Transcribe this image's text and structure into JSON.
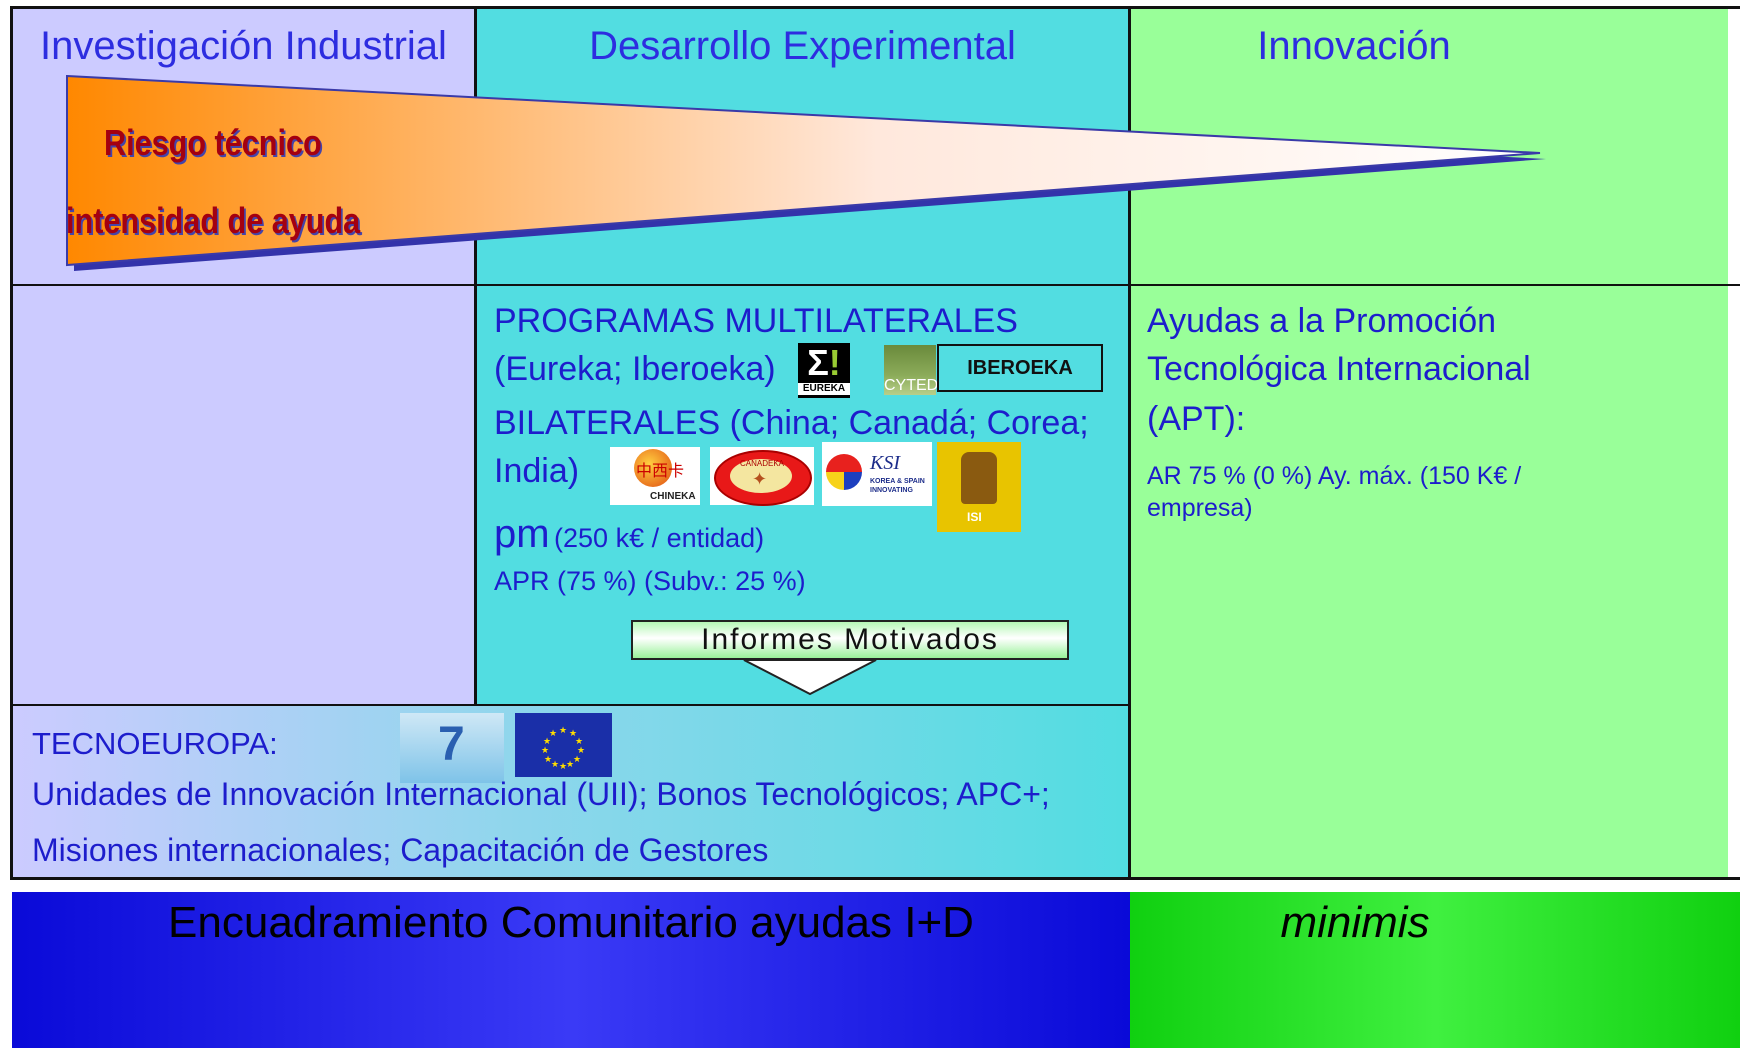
{
  "columns": {
    "industrial": "Investigación Industrial",
    "experimental": "Desarrollo Experimental",
    "innovation": "Innovación"
  },
  "triangle": {
    "risk_label": "Riesgo técnico",
    "aid_label": "intensidad de ayuda"
  },
  "multilateral": {
    "line1": "PROGRAMAS MULTILATERALES",
    "line2": "(Eureka; Iberoeka)",
    "line3": "BILATERALES (China; Canadá; Corea;",
    "line4": "India)",
    "pm": "pm",
    "pm_detail": "(250 k€ / entidad)",
    "apr": "APR (75 %) (Subv.: 25 %)"
  },
  "logos": {
    "eureka": "EUREKA",
    "cyted": "CYTED",
    "iberoeka": "IBEROEKA",
    "chineka_cn": "中西卡",
    "chineka": "CHINEKA",
    "canadeka": "CANADEKA",
    "ksi": "KSI",
    "ksi_sub1": "KOREA & SPAIN",
    "ksi_sub2": "INNOVATING",
    "isi": "ISI",
    "fp7": "7"
  },
  "informes": "Informes Motivados",
  "apt": {
    "line1": "Ayudas a la Promoción",
    "line2": "Tecnológica Internacional",
    "line3": "(APT):",
    "detail": "AR 75 % (0 %) Ay. máx. (150 K€ / empresa)"
  },
  "tecnoeuropa": {
    "title": "TECNOEUROPA:",
    "line1": "Unidades de Innovación Internacional (UII); Bonos Tecnológicos; APC+;",
    "line2": "Misiones internacionales; Capacitación de Gestores"
  },
  "banner": {
    "left": "Encuadramiento Comunitario ayudas I+D",
    "right": "minimis"
  },
  "colors": {
    "industrial": "#cccbff",
    "experimental": "#52dde1",
    "innovation": "#99ff99",
    "text_blue": "#1d1dcc",
    "banner_blue": "#2222ee",
    "banner_green": "#22ee22"
  }
}
